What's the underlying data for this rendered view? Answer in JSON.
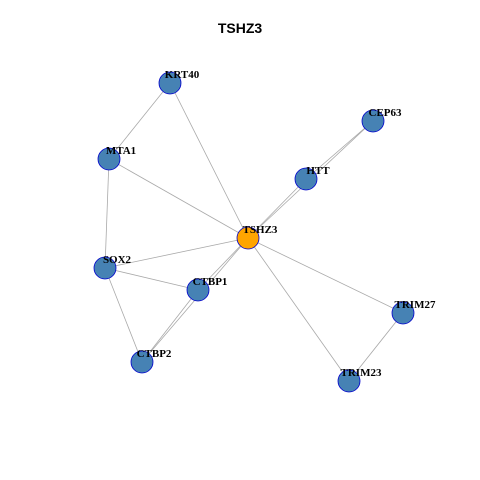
{
  "title": "TSHZ3",
  "colors": {
    "focal_fill": "#FFA500",
    "node_fill": "#4682B4",
    "node_stroke": "#0000CD",
    "edge": "#A9A9A9"
  },
  "nodes": [
    {
      "id": "TSHZ3",
      "label": "TSHZ3",
      "focal": true
    },
    {
      "id": "KRT40",
      "label": "KRT40",
      "focal": false
    },
    {
      "id": "MTA1",
      "label": "MTA1",
      "focal": false
    },
    {
      "id": "SOX2",
      "label": "SOX2",
      "focal": false
    },
    {
      "id": "CTBP1",
      "label": "CTBP1",
      "focal": false
    },
    {
      "id": "CTBP2",
      "label": "CTBP2",
      "focal": false
    },
    {
      "id": "HTT",
      "label": "HTT",
      "focal": false
    },
    {
      "id": "CEP63",
      "label": "CEP63",
      "focal": false
    },
    {
      "id": "TRIM27",
      "label": "TRIM27",
      "focal": false
    },
    {
      "id": "TRIM23",
      "label": "TRIM23",
      "focal": false
    }
  ],
  "edges": [
    [
      "TSHZ3",
      "KRT40"
    ],
    [
      "TSHZ3",
      "MTA1"
    ],
    [
      "TSHZ3",
      "SOX2"
    ],
    [
      "TSHZ3",
      "CTBP1"
    ],
    [
      "TSHZ3",
      "CTBP2"
    ],
    [
      "TSHZ3",
      "HTT"
    ],
    [
      "TSHZ3",
      "CEP63"
    ],
    [
      "TSHZ3",
      "TRIM27"
    ],
    [
      "TSHZ3",
      "TRIM23"
    ],
    [
      "KRT40",
      "MTA1"
    ],
    [
      "MTA1",
      "SOX2"
    ],
    [
      "SOX2",
      "CTBP1"
    ],
    [
      "SOX2",
      "CTBP2"
    ],
    [
      "CTBP1",
      "CTBP2"
    ],
    [
      "HTT",
      "CEP63"
    ],
    [
      "TRIM27",
      "TRIM23"
    ]
  ]
}
